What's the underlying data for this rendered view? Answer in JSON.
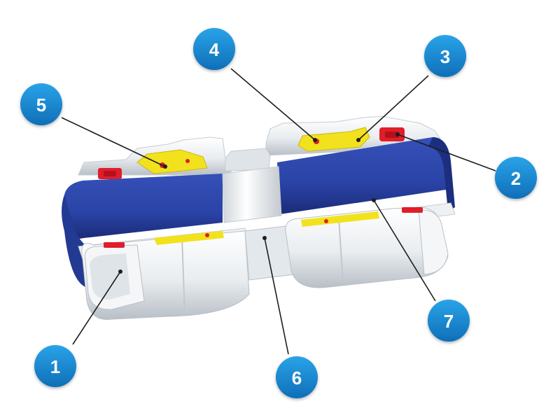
{
  "callouts": [
    {
      "id": "1",
      "label": "1"
    },
    {
      "id": "2",
      "label": "2"
    },
    {
      "id": "3",
      "label": "3"
    },
    {
      "id": "4",
      "label": "4"
    },
    {
      "id": "5",
      "label": "5"
    },
    {
      "id": "6",
      "label": "6"
    },
    {
      "id": "7",
      "label": "7"
    }
  ],
  "colors": {
    "badge": "#1a8fd6",
    "badge_dark": "#0c5e9e",
    "pipe_blue": "#2b45a8",
    "pipe_blue_dark": "#1c2f7e",
    "fitting_white": "#e8ecef",
    "fitting_shadow": "#b9c0c6",
    "seal_red": "#e11d2a",
    "grip_yellow": "#f2e21d",
    "leader": "#1e1e1e"
  }
}
